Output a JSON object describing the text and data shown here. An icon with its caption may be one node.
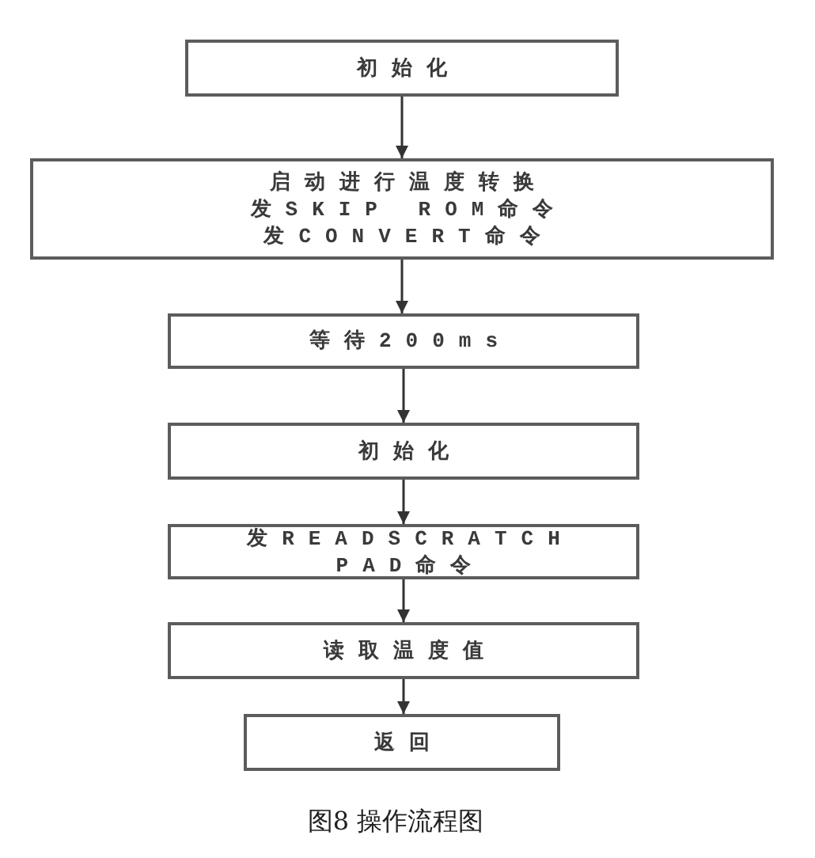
{
  "diagram": {
    "caption": "图8 操作流程图",
    "nodes": [
      {
        "text": [
          "初始化"
        ]
      },
      {
        "text": [
          "启动进行温度转换",
          "发SKIP ROM命令",
          "发CONVERT命令"
        ]
      },
      {
        "text": [
          "等待200ms"
        ]
      },
      {
        "text": [
          "初始化"
        ]
      },
      {
        "text": [
          "发READSCRATCHPAD命令"
        ]
      },
      {
        "text": [
          "读取温度值"
        ]
      },
      {
        "text": [
          "返回"
        ]
      }
    ],
    "edges": [
      {
        "from": 0,
        "to": 1,
        "arrow": "to"
      },
      {
        "from": 1,
        "to": 2,
        "arrow": "to"
      },
      {
        "from": 2,
        "to": 3,
        "arrow": "to"
      },
      {
        "from": 3,
        "to": 4,
        "arrow": "to"
      },
      {
        "from": 4,
        "to": 5,
        "arrow": "to"
      },
      {
        "from": 5,
        "to": 6,
        "arrow": "to"
      }
    ]
  }
}
